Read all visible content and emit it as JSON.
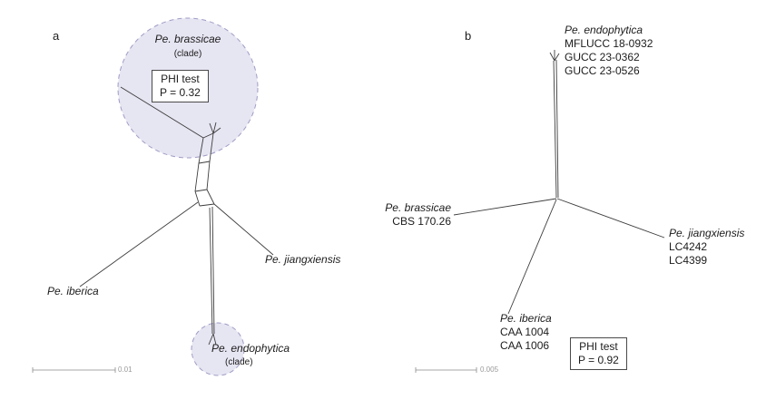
{
  "colors": {
    "background": "#ffffff",
    "branch_line": "#3d3d3d",
    "clade_fill": "#dedcee",
    "clade_stroke": "#9f9cc4"
  },
  "panel_a": {
    "label": "a",
    "brassicae_clade_name": "Pe. brassicae",
    "brassicae_clade_sub": "(clade)",
    "phi_test_line1": "PHI test",
    "phi_test_line2": "P = 0.32",
    "taxon_jiangxiensis": "Pe. jiangxiensis",
    "taxon_iberica": "Pe. iberica",
    "endophytica_clade_name": "Pe. endophytica",
    "endophytica_clade_sub": "(clade)",
    "scale_label": "0.01"
  },
  "panel_b": {
    "label": "b",
    "endophytica": {
      "name": "Pe. endophytica",
      "strains": [
        "MFLUCC 18-0932",
        "GUCC 23-0362",
        "GUCC 23-0526"
      ]
    },
    "brassicae": {
      "name": "Pe. brassicae",
      "strains": [
        "CBS 170.26"
      ]
    },
    "jiangxiensis": {
      "name": "Pe. jiangxiensis",
      "strains": [
        "LC4242",
        "LC4399"
      ]
    },
    "iberica": {
      "name": "Pe. iberica",
      "strains": [
        "CAA 1004",
        "CAA 1006"
      ]
    },
    "phi_test_line1": "PHI test",
    "phi_test_line2": "P = 0.92",
    "scale_label": "0.005"
  }
}
